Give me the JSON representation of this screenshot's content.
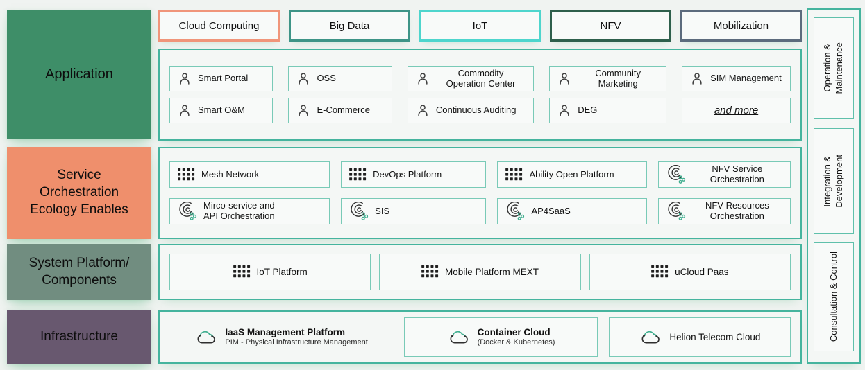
{
  "colors": {
    "container_border": "#45b49e",
    "item_border": "#79cab7",
    "icon_green": "#3fae8f",
    "application_bg": "#3e8e68",
    "service_bg": "#ef8f6c",
    "platform_bg": "#718d80",
    "infrastructure_bg": "#68586f",
    "tab_cloud_computing": "#f0957a",
    "tab_big_data": "#3e9487",
    "tab_iot": "#4ed5cd",
    "tab_nfv": "#2e5f4c",
    "tab_mobilization": "#5c6b7d"
  },
  "layers": [
    {
      "label": "Application",
      "color": "#3e8e68"
    },
    {
      "label": "Service\nOrchestration\nEcology Enables",
      "color": "#ef8f6c"
    },
    {
      "label": "System Platform/\nComponents",
      "color": "#718d80"
    },
    {
      "label": "Infrastructure",
      "color": "#68586f"
    }
  ],
  "tabs": [
    {
      "label": "Cloud Computing",
      "border": "#f0957a"
    },
    {
      "label": "Big Data",
      "border": "#3e9487"
    },
    {
      "label": "IoT",
      "border": "#4ed5cd"
    },
    {
      "label": "NFV",
      "border": "#2e5f4c"
    },
    {
      "label": "Mobilization",
      "border": "#5c6b7d"
    }
  ],
  "application": {
    "items": [
      {
        "label": "Smart Portal",
        "icon": "user-icon"
      },
      {
        "label": "OSS",
        "icon": "user-icon"
      },
      {
        "label": "Commodity\nOperation Center",
        "icon": "user-icon"
      },
      {
        "label": "Community\nMarketing",
        "icon": "user-icon"
      },
      {
        "label": "SIM Management",
        "icon": "user-icon"
      },
      {
        "label": "Smart O&M",
        "icon": "user-icon"
      },
      {
        "label": "E-Commerce",
        "icon": "user-icon"
      },
      {
        "label": "Continuous Auditing",
        "icon": "user-icon"
      },
      {
        "label": "DEG",
        "icon": "user-icon"
      },
      {
        "label": "and more",
        "icon": "none"
      }
    ]
  },
  "service": {
    "items": [
      {
        "label": "Mesh Network",
        "icon": "app-grid-icon"
      },
      {
        "label": "DevOps Platform",
        "icon": "app-grid-icon"
      },
      {
        "label": "Ability Open Platform",
        "icon": "app-grid-icon"
      },
      {
        "label": "NFV Service\nOrchestration",
        "icon": "orchestration-flow-icon"
      },
      {
        "label": "Mirco-service and\nAPI Orchestration",
        "icon": "orchestration-flow-icon"
      },
      {
        "label": "SIS",
        "icon": "orchestration-flow-icon"
      },
      {
        "label": "AP4SaaS",
        "icon": "orchestration-flow-icon"
      },
      {
        "label": "NFV Resources\nOrchestration",
        "icon": "orchestration-flow-icon"
      }
    ]
  },
  "platform": {
    "items": [
      {
        "label": "IoT Platform",
        "icon": "app-grid-icon"
      },
      {
        "label": "Mobile Platform MEXT",
        "icon": "app-grid-icon"
      },
      {
        "label": "uCloud Paas",
        "icon": "app-grid-icon"
      }
    ]
  },
  "infrastructure": {
    "items": [
      {
        "title": "IaaS Management Platform",
        "subtitle": "PIM - Physical Infrastructure Management",
        "icon": "cloud-sync-icon"
      },
      {
        "title": "Container Cloud",
        "subtitle": "(Docker & Kubernetes)",
        "icon": "cloud-sync-icon"
      },
      {
        "title": "Helion Telecom Cloud",
        "subtitle": "",
        "icon": "cloud-sync-icon"
      }
    ]
  },
  "sidebar": {
    "items": [
      {
        "label": "Operation &\nMaintenance"
      },
      {
        "label": "Integration &\nDevelopment"
      },
      {
        "label": "Consultation & Control"
      }
    ]
  }
}
